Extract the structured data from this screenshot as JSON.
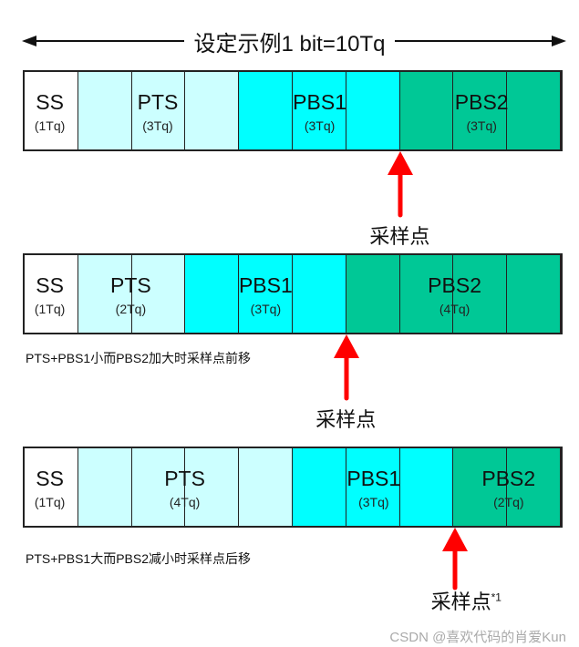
{
  "title": "设定示例1 bit=10Tq",
  "colors": {
    "SS": "#ffffff",
    "PTS": "#ccffff",
    "PBS1": "#00ffff",
    "PBS2": "#00c896",
    "arrow": "#ff0000"
  },
  "rows": [
    {
      "segments": [
        {
          "name": "SS",
          "tq": "(1Tq)",
          "cells": 1
        },
        {
          "name": "PTS",
          "tq": "(3Tq)",
          "cells": 3
        },
        {
          "name": "PBS1",
          "tq": "(3Tq)",
          "cells": 3
        },
        {
          "name": "PBS2",
          "tq": "(3Tq)",
          "cells": 3
        }
      ],
      "sample_cell": 7,
      "sample_label": "采样点",
      "caption": ""
    },
    {
      "segments": [
        {
          "name": "SS",
          "tq": "(1Tq)",
          "cells": 1
        },
        {
          "name": "PTS",
          "tq": "(2Tq)",
          "cells": 2
        },
        {
          "name": "PBS1",
          "tq": "(3Tq)",
          "cells": 3
        },
        {
          "name": "PBS2",
          "tq": "(4Tq)",
          "cells": 4
        }
      ],
      "sample_cell": 6,
      "sample_label": "采样点",
      "caption": "PTS+PBS1小而PBS2加大时采样点前移"
    },
    {
      "segments": [
        {
          "name": "SS",
          "tq": "(1Tq)",
          "cells": 1
        },
        {
          "name": "PTS",
          "tq": "(4Tq)",
          "cells": 4
        },
        {
          "name": "PBS1",
          "tq": "(3Tq)",
          "cells": 3
        },
        {
          "name": "PBS2",
          "tq": "(2Tq)",
          "cells": 2
        }
      ],
      "sample_cell": 8,
      "sample_label": "采样点",
      "sample_sup": "*1",
      "caption": "PTS+PBS1大而PBS2减小时采样点后移"
    }
  ],
  "watermark": "CSDN @喜欢代码的肖爱Kun"
}
